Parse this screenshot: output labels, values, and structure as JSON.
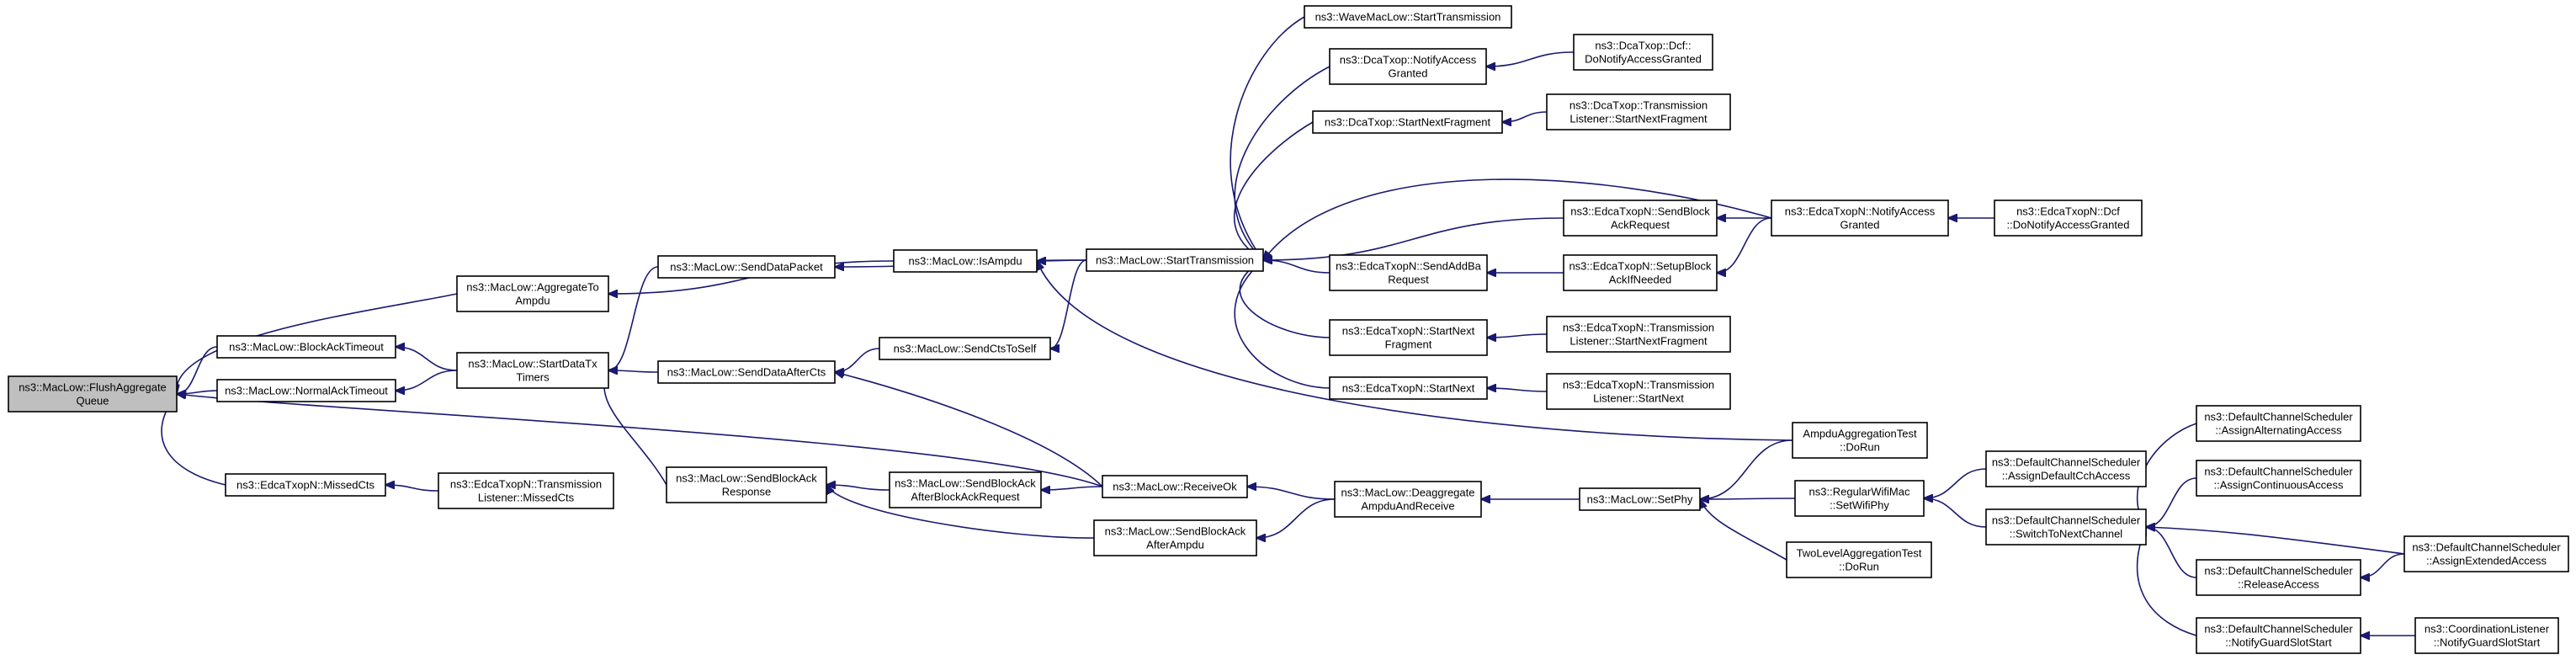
{
  "nodes": [
    {
      "id": "n0",
      "lines": [
        "ns3::MacLow::FlushAggregate",
        "Queue"
      ]
    },
    {
      "id": "n1",
      "lines": [
        "ns3::MacLow::AggregateTo",
        "Ampdu"
      ]
    },
    {
      "id": "n2",
      "lines": [
        "ns3::MacLow::BlockAckTimeout"
      ]
    },
    {
      "id": "n3",
      "lines": [
        "ns3::MacLow::NormalAckTimeout"
      ]
    },
    {
      "id": "n4",
      "lines": [
        "ns3::EdcaTxopN::MissedCts"
      ]
    },
    {
      "id": "n5",
      "lines": [
        "ns3::MacLow::StartDataTx",
        "Timers"
      ]
    },
    {
      "id": "n6",
      "lines": [
        "ns3::EdcaTxopN::Transmission",
        "Listener::MissedCts"
      ]
    },
    {
      "id": "n7",
      "lines": [
        "ns3::MacLow::SendDataPacket"
      ]
    },
    {
      "id": "n8",
      "lines": [
        "ns3::MacLow::SendDataAfterCts"
      ]
    },
    {
      "id": "n9",
      "lines": [
        "ns3::MacLow::SendBlockAck",
        "Response"
      ]
    },
    {
      "id": "n10",
      "lines": [
        "ns3::MacLow::IsAmpdu"
      ]
    },
    {
      "id": "n11",
      "lines": [
        "ns3::MacLow::SendCtsToSelf"
      ]
    },
    {
      "id": "n12",
      "lines": [
        "ns3::MacLow::SendBlockAck",
        "AfterBlockAckRequest"
      ]
    },
    {
      "id": "n13",
      "lines": [
        "ns3::MacLow::SendBlockAck",
        "AfterAmpdu"
      ]
    },
    {
      "id": "n14",
      "lines": [
        "ns3::MacLow::StartTransmission"
      ]
    },
    {
      "id": "n15",
      "lines": [
        "ns3::MacLow::ReceiveOk"
      ]
    },
    {
      "id": "n16",
      "lines": [
        "ns3::WaveMacLow::StartTransmission"
      ]
    },
    {
      "id": "n17",
      "lines": [
        "ns3::DcaTxop::NotifyAccess",
        "Granted"
      ]
    },
    {
      "id": "n18",
      "lines": [
        "ns3::DcaTxop::StartNextFragment"
      ]
    },
    {
      "id": "n19",
      "lines": [
        "ns3::EdcaTxopN::SendAddBa",
        "Request"
      ]
    },
    {
      "id": "n20",
      "lines": [
        "ns3::EdcaTxopN::StartNext",
        "Fragment"
      ]
    },
    {
      "id": "n21",
      "lines": [
        "ns3::EdcaTxopN::StartNext"
      ]
    },
    {
      "id": "n22",
      "lines": [
        "ns3::MacLow::Deaggregate",
        "AmpduAndReceive"
      ]
    },
    {
      "id": "n23",
      "lines": [
        "ns3::DcaTxop::Dcf::",
        "DoNotifyAccessGranted"
      ]
    },
    {
      "id": "n24",
      "lines": [
        "ns3::DcaTxop::Transmission",
        "Listener::StartNextFragment"
      ]
    },
    {
      "id": "n25",
      "lines": [
        "ns3::EdcaTxopN::SendBlock",
        "AckRequest"
      ]
    },
    {
      "id": "n26",
      "lines": [
        "ns3::EdcaTxopN::SetupBlock",
        "AckIfNeeded"
      ]
    },
    {
      "id": "n27",
      "lines": [
        "ns3::EdcaTxopN::Transmission",
        "Listener::StartNextFragment"
      ]
    },
    {
      "id": "n28",
      "lines": [
        "ns3::EdcaTxopN::Transmission",
        "Listener::StartNext"
      ]
    },
    {
      "id": "n29",
      "lines": [
        "ns3::MacLow::SetPhy"
      ]
    },
    {
      "id": "n30",
      "lines": [
        "ns3::EdcaTxopN::NotifyAccess",
        "Granted"
      ]
    },
    {
      "id": "n31",
      "lines": [
        "AmpduAggregationTest",
        "::DoRun"
      ]
    },
    {
      "id": "n32",
      "lines": [
        "ns3::RegularWifiMac",
        "::SetWifiPhy"
      ]
    },
    {
      "id": "n33",
      "lines": [
        "TwoLevelAggregationTest",
        "::DoRun"
      ]
    },
    {
      "id": "n34",
      "lines": [
        "ns3::EdcaTxopN::Dcf",
        "::DoNotifyAccessGranted"
      ]
    },
    {
      "id": "n35",
      "lines": [
        "ns3::DefaultChannelScheduler",
        "::AssignDefaultCchAccess"
      ]
    },
    {
      "id": "n36",
      "lines": [
        "ns3::DefaultChannelScheduler",
        "::SwitchToNextChannel"
      ]
    },
    {
      "id": "n37",
      "lines": [
        "ns3::DefaultChannelScheduler",
        "::AssignAlternatingAccess"
      ]
    },
    {
      "id": "n38",
      "lines": [
        "ns3::DefaultChannelScheduler",
        "::AssignContinuousAccess"
      ]
    },
    {
      "id": "n39",
      "lines": [
        "ns3::DefaultChannelScheduler",
        "::ReleaseAccess"
      ]
    },
    {
      "id": "n40",
      "lines": [
        "ns3::DefaultChannelScheduler",
        "::NotifyGuardSlotStart"
      ]
    },
    {
      "id": "n41",
      "lines": [
        "ns3::DefaultChannelScheduler",
        "::AssignExtendedAccess"
      ]
    },
    {
      "id": "n42",
      "lines": [
        "ns3::CoordinationListener",
        "::NotifyGuardSlotStart"
      ]
    }
  ],
  "edges": [
    {
      "from": "n1",
      "to": "n0"
    },
    {
      "from": "n2",
      "to": "n0"
    },
    {
      "from": "n3",
      "to": "n0"
    },
    {
      "from": "n4",
      "to": "n0"
    },
    {
      "from": "n15",
      "to": "n0"
    },
    {
      "from": "n10",
      "to": "n1"
    },
    {
      "from": "n5",
      "to": "n2"
    },
    {
      "from": "n5",
      "to": "n3"
    },
    {
      "from": "n6",
      "to": "n4"
    },
    {
      "from": "n7",
      "to": "n5"
    },
    {
      "from": "n8",
      "to": "n5"
    },
    {
      "from": "n9",
      "to": "n5"
    },
    {
      "from": "n14",
      "to": "n7"
    },
    {
      "from": "n11",
      "to": "n8"
    },
    {
      "from": "n15",
      "to": "n8"
    },
    {
      "from": "n12",
      "to": "n9"
    },
    {
      "from": "n13",
      "to": "n9"
    },
    {
      "from": "n14",
      "to": "n10"
    },
    {
      "from": "n31",
      "to": "n10"
    },
    {
      "from": "n14",
      "to": "n11"
    },
    {
      "from": "n15",
      "to": "n12"
    },
    {
      "from": "n22",
      "to": "n13"
    },
    {
      "from": "n16",
      "to": "n14"
    },
    {
      "from": "n17",
      "to": "n14"
    },
    {
      "from": "n18",
      "to": "n14"
    },
    {
      "from": "n25",
      "to": "n14"
    },
    {
      "from": "n30",
      "to": "n14"
    },
    {
      "from": "n19",
      "to": "n14"
    },
    {
      "from": "n20",
      "to": "n14"
    },
    {
      "from": "n21",
      "to": "n14"
    },
    {
      "from": "n22",
      "to": "n15"
    },
    {
      "from": "n23",
      "to": "n17"
    },
    {
      "from": "n24",
      "to": "n18"
    },
    {
      "from": "n26",
      "to": "n19"
    },
    {
      "from": "n27",
      "to": "n20"
    },
    {
      "from": "n28",
      "to": "n21"
    },
    {
      "from": "n29",
      "to": "n22"
    },
    {
      "from": "n30",
      "to": "n25"
    },
    {
      "from": "n30",
      "to": "n26"
    },
    {
      "from": "n34",
      "to": "n30"
    },
    {
      "from": "n31",
      "to": "n29"
    },
    {
      "from": "n32",
      "to": "n29"
    },
    {
      "from": "n33",
      "to": "n29"
    },
    {
      "from": "n35",
      "to": "n32"
    },
    {
      "from": "n36",
      "to": "n32"
    },
    {
      "from": "n37",
      "to": "n36"
    },
    {
      "from": "n38",
      "to": "n36"
    },
    {
      "from": "n41",
      "to": "n36"
    },
    {
      "from": "n39",
      "to": "n36"
    },
    {
      "from": "n40",
      "to": "n36"
    },
    {
      "from": "n41",
      "to": "n39"
    },
    {
      "from": "n42",
      "to": "n40"
    }
  ]
}
